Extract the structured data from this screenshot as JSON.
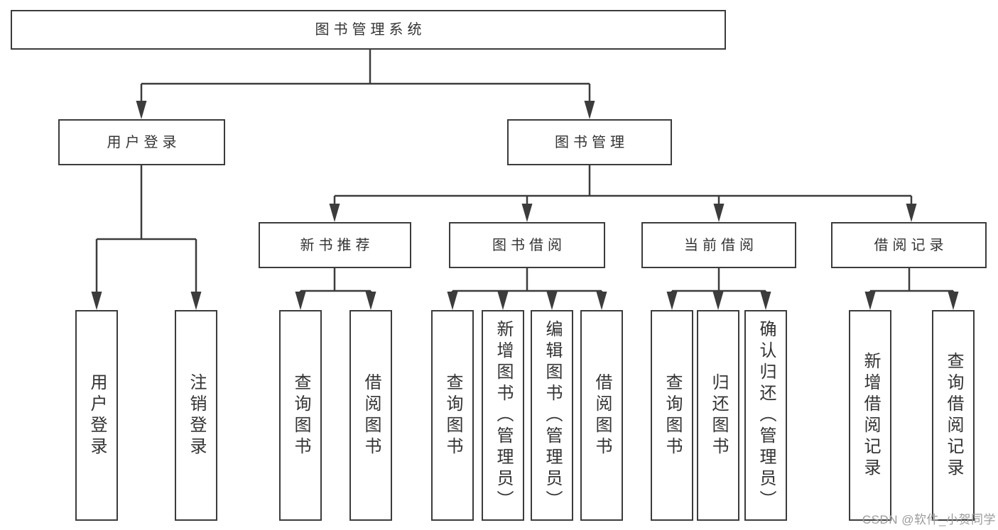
{
  "diagram": {
    "type": "hierarchy-tree",
    "title": "图书管理系统",
    "tree": {
      "root": {
        "label": "图书管理系统"
      },
      "branches": [
        {
          "label": "用户登录",
          "leaves": [
            {
              "label": "用户登录"
            },
            {
              "label": "注销登录"
            }
          ]
        },
        {
          "label": "图书管理",
          "groups": [
            {
              "label": "新书推荐",
              "leaves": [
                {
                  "label": "查询图书"
                },
                {
                  "label": "借阅图书"
                }
              ]
            },
            {
              "label": "图书借阅",
              "leaves": [
                {
                  "label": "查询图书"
                },
                {
                  "label": "新增图书（管理员）"
                },
                {
                  "label": "编辑图书（管理员）"
                },
                {
                  "label": "借阅图书"
                }
              ]
            },
            {
              "label": "当前借阅",
              "leaves": [
                {
                  "label": "查询图书"
                },
                {
                  "label": "归还图书"
                },
                {
                  "label": "确认归还（管理员）"
                }
              ]
            },
            {
              "label": "借阅记录",
              "leaves": [
                {
                  "label": "新增借阅记录"
                },
                {
                  "label": "查询借阅记录"
                }
              ]
            }
          ]
        }
      ]
    }
  },
  "watermark": "CSDN @软件_小贺同学",
  "colors": {
    "line": "#3c3c3c",
    "text": "#333333",
    "watermark": "#9b9b9b",
    "background": "#ffffff"
  }
}
